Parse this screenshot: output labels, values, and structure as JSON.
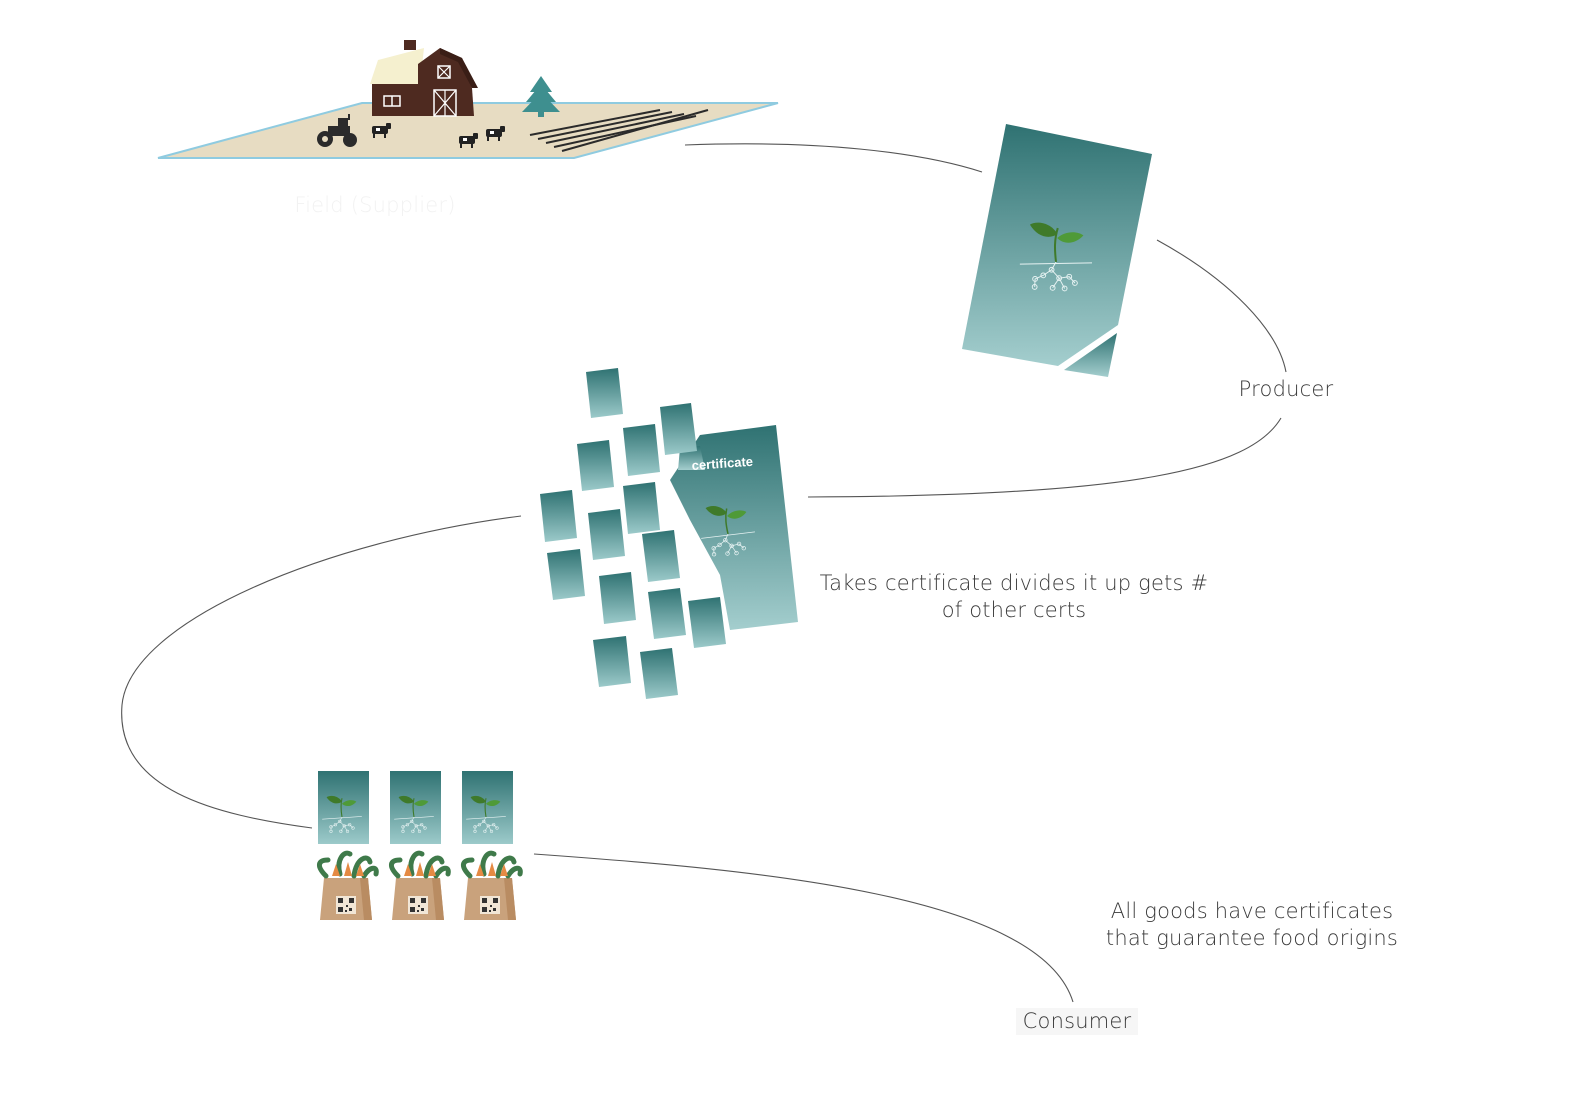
{
  "labels": {
    "field": "Field (Supplier)",
    "producer": "Producer",
    "certificate_title": "certificate",
    "divides": "Takes certificate divides it up gets # of other certs",
    "goods": "All goods have certificates that guarantee food origins",
    "consumer": "Consumer"
  },
  "colors": {
    "cert_top": "#2f7272",
    "cert_bottom": "#a4cece",
    "field_fill": "#e7dcc2",
    "field_edge": "#8fcbe0",
    "barn_red": "#4e2a20",
    "barn_roof": "#f5f0cf",
    "tree": "#3e8f8f",
    "sprout": "#3f7a2a",
    "bag": "#c9a27c",
    "carrot": "#e58a43",
    "flow_line": "#555555"
  },
  "icons": [
    "barn-icon",
    "tractor-icon",
    "cow-icon",
    "tree-icon",
    "sprout-icon",
    "qr-code-icon",
    "grocery-bag-icon"
  ]
}
